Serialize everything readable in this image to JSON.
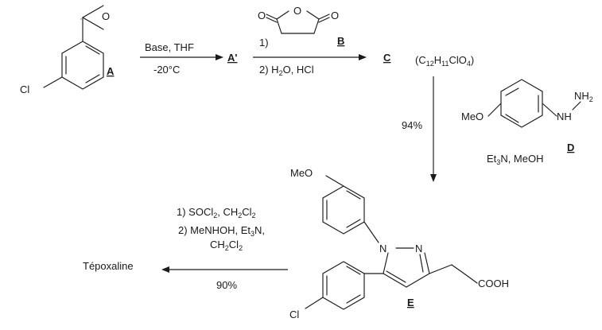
{
  "compounds": {
    "A": {
      "label": "A",
      "substituent": "Cl"
    },
    "A_prime": {
      "label": "A'"
    },
    "B": {
      "label": "B",
      "atoms": [
        "O",
        "O",
        "O"
      ]
    },
    "C": {
      "label": "C",
      "formula": "(C12H11ClO4)"
    },
    "D": {
      "label": "D",
      "substituent": "MeO",
      "hydrazine_top": "NH2",
      "hydrazine_n": "NH"
    },
    "E": {
      "label": "E",
      "methoxy": "MeO",
      "chloro": "Cl",
      "n1": "N",
      "n2": "N",
      "acid": "COOH"
    },
    "product": "Tépoxaline"
  },
  "steps": {
    "step1": {
      "conditions_above": "Base, THF",
      "conditions_below": "-20°C"
    },
    "step2": {
      "line1_prefix": "1)",
      "line2": "2) H2O, HCl"
    },
    "step3": {
      "yield": "94%",
      "reagents": "Et3N, MeOH"
    },
    "step4": {
      "line1": "1) SOCl2, CH2Cl2",
      "line2": "2) MeNHOH, Et3N,",
      "line3": "CH2Cl2",
      "yield": "90%"
    }
  }
}
